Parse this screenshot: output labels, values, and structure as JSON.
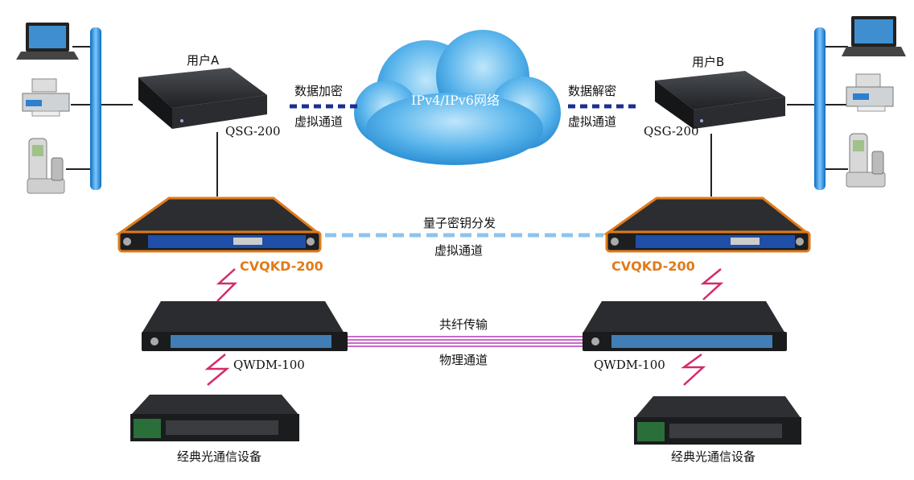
{
  "cloud": {
    "label": "IPv4/IPv6网络"
  },
  "user_a": {
    "label": "用户A",
    "model": "QSG-200"
  },
  "user_b": {
    "label": "用户B",
    "model": "QSG-200"
  },
  "encrypt_channel": {
    "line1": "数据加密",
    "line2": "虚拟通道"
  },
  "decrypt_channel": {
    "line1": "数据解密",
    "line2": "虚拟通道"
  },
  "qkd_channel": {
    "line1": "量子密钥分发",
    "line2": "虚拟通道"
  },
  "fiber_channel": {
    "line1": "共纤传输",
    "line2": "物理通道"
  },
  "qkd_left": {
    "model": "CVQKD-200"
  },
  "qkd_right": {
    "model": "CVQKD-200"
  },
  "wdm_left": {
    "model": "QWDM-100"
  },
  "wdm_right": {
    "model": "QWDM-100"
  },
  "classic_left": {
    "label": "经典光通信设备"
  },
  "classic_right": {
    "label": "经典光通信设备"
  },
  "colors": {
    "blue_bus": "#1e90e0",
    "dash_encrypt": "#1c2f8f",
    "dash_qkd": "#8ec3ee",
    "fiber": "#c86bc8",
    "qkd_border": "#e07b1a",
    "lightning": "#d32a6a"
  },
  "icons": [
    "laptop-icon",
    "printer-icon",
    "phone-icon"
  ]
}
